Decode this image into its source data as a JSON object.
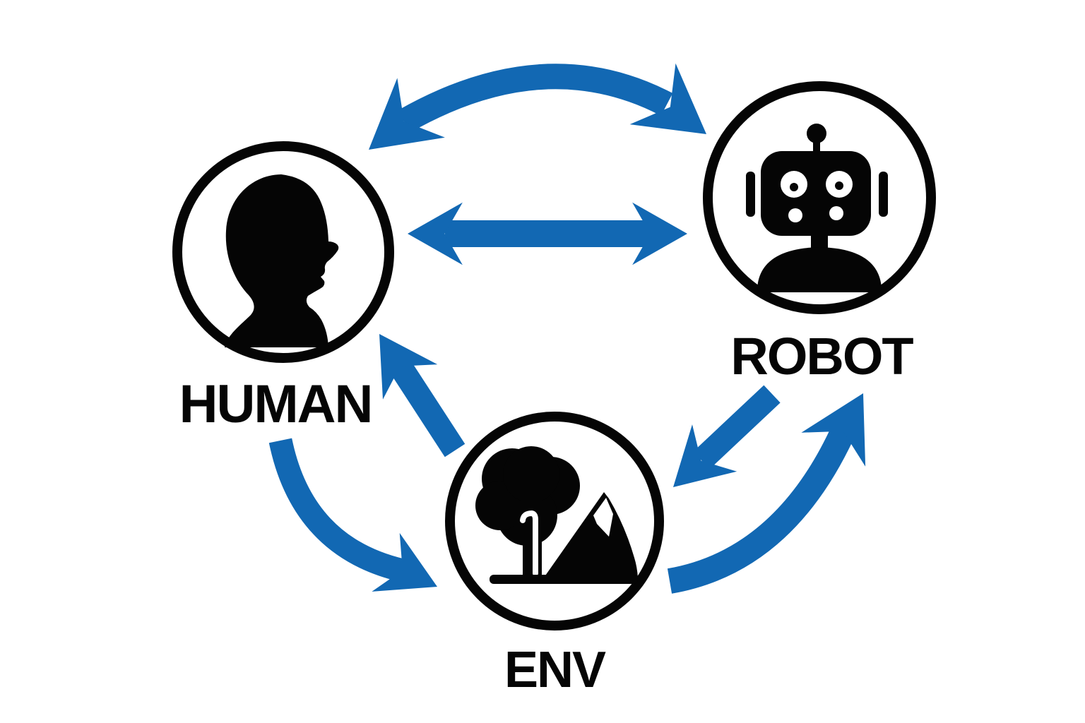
{
  "diagram": {
    "nodes": [
      {
        "id": "human",
        "label": "HUMAN",
        "icon": "human-profile-icon"
      },
      {
        "id": "robot",
        "label": "ROBOT",
        "icon": "robot-head-icon"
      },
      {
        "id": "env",
        "label": "ENV",
        "icon": "tree-mountain-icon"
      }
    ],
    "edges": [
      {
        "from": "HUMAN",
        "to": "ROBOT",
        "style": "curved-arc",
        "direction": "bidirectional"
      },
      {
        "from": "HUMAN",
        "to": "ROBOT",
        "style": "straight",
        "direction": "bidirectional"
      },
      {
        "from": "ENV",
        "to": "HUMAN",
        "style": "straight",
        "direction": "one-way"
      },
      {
        "from": "HUMAN",
        "to": "ENV",
        "style": "curved",
        "direction": "one-way"
      },
      {
        "from": "ROBOT",
        "to": "ENV",
        "style": "straight",
        "direction": "one-way"
      },
      {
        "from": "ENV",
        "to": "ROBOT",
        "style": "curved",
        "direction": "one-way"
      }
    ]
  },
  "colors": {
    "arrow_blue": "#1268B3",
    "ink_black": "#050505",
    "background": "#ffffff"
  }
}
